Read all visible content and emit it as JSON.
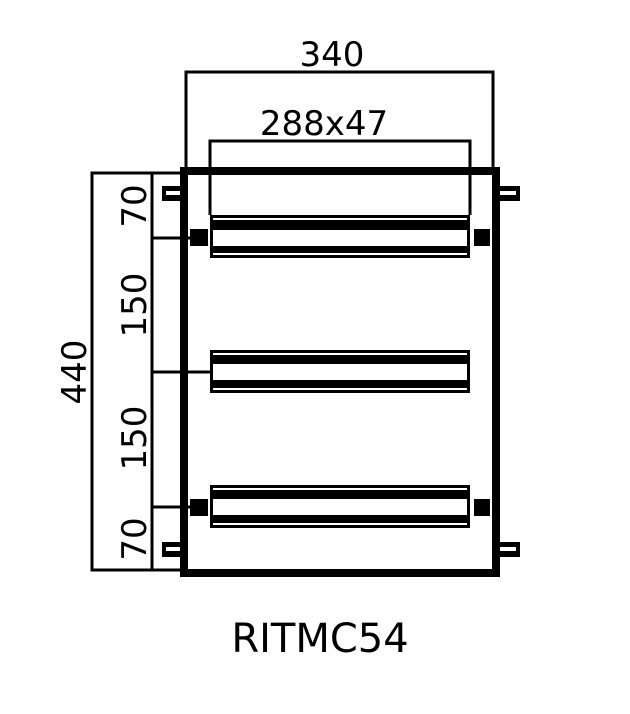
{
  "drawing": {
    "title": "RITMC54",
    "colors": {
      "line": "#000000",
      "background": "#ffffff"
    },
    "dimensions": {
      "overall_width": "340",
      "rail_size": "288x47",
      "overall_height": "440",
      "segments": [
        {
          "label": "70",
          "position": "top"
        },
        {
          "label": "150",
          "position": "upper-middle"
        },
        {
          "label": "150",
          "position": "lower-middle"
        },
        {
          "label": "70",
          "position": "bottom"
        }
      ]
    },
    "rails": [
      {
        "name": "rail-1",
        "row": 1
      },
      {
        "name": "rail-2",
        "row": 2
      },
      {
        "name": "rail-3",
        "row": 3
      }
    ]
  }
}
